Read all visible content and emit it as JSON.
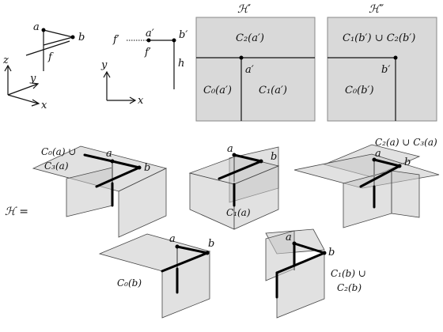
{
  "top_left": {
    "point_a": "a",
    "point_b": "b",
    "edge_f": "f",
    "axis_x": "x",
    "axis_y": "y",
    "axis_z": "z"
  },
  "top_middle": {
    "point_f_prime": "f′",
    "point_a_prime": "a′",
    "point_b_prime": "b′",
    "edge_f_prime": "f′",
    "edge_h": "h",
    "axis_x": "x",
    "axis_y": "y"
  },
  "pane_h_prime": {
    "title": "ℋ′",
    "top_label": "C₂(a′)",
    "bottom_left_label": "C₀(a′)",
    "bottom_right_label": "C₁(a′)",
    "vertex_label": "a′"
  },
  "pane_h_double_prime": {
    "title": "ℋ″",
    "top_label": "C₁(b′) ∪ C₂(b′)",
    "bottom_label": "C₀(b′)",
    "vertex_label": "b′"
  },
  "h_equals": "ℋ =",
  "complexes": [
    {
      "label_line1": "C₀(a) ∪",
      "label_line2": "C₃(a)",
      "a": "a",
      "b": "b"
    },
    {
      "label_line1": "C₁(a)",
      "label_line2": "",
      "a": "a",
      "b": "b"
    },
    {
      "label_line1": "C₂(a) ∪ C₃(a)",
      "label_line2": "",
      "a": "a",
      "b": "b"
    },
    {
      "label_line1": "C₀(b)",
      "label_line2": "",
      "a": "a",
      "b": "b"
    },
    {
      "label_line1": "C₁(b) ∪",
      "label_line2": "C₂(b)",
      "a": "a",
      "b": "b"
    }
  ]
}
